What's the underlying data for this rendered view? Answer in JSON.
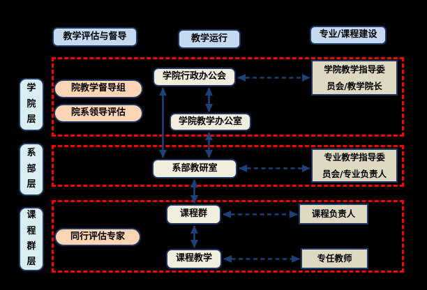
{
  "palette": {
    "canvas_bg": "#000000",
    "navy_border": "#1f3864",
    "arrow_color": "#1f4077",
    "red_frame": "#ff0000",
    "top_box_fill": "#c5d9f1",
    "side_box_fill": "#d9eef3",
    "center_box_fill": "#f0eedd",
    "right_box_fill": "#ded9c3",
    "stadium_fill": "#fcd5b4",
    "text_color": "#000000"
  },
  "top_labels": {
    "evaluation": "教学评估与督导",
    "operation": "教学运行",
    "construction": "专业/课程建设"
  },
  "side_labels": {
    "college": "学院层",
    "department": "系部层",
    "course_group": "课程群层"
  },
  "college_layer": {
    "admin_meeting": "学院行政办公会",
    "teaching_office": "学院教学办公室",
    "committee_line1": "学院教学指导委",
    "committee_line2": "员会/教学院长",
    "supervision_group": "院教学督导组",
    "leader_evaluation": "院系领导评估"
  },
  "department_layer": {
    "teaching_research_office": "系部教研室",
    "committee_line1": "专业教学指导委",
    "committee_line2": "员会/专业负责人"
  },
  "course_layer": {
    "course_group": "课程群",
    "course_leader": "课程负责人",
    "peer_experts": "同行评估专家",
    "course_teaching": "课程教学",
    "full_time_teachers": "专任教师"
  }
}
